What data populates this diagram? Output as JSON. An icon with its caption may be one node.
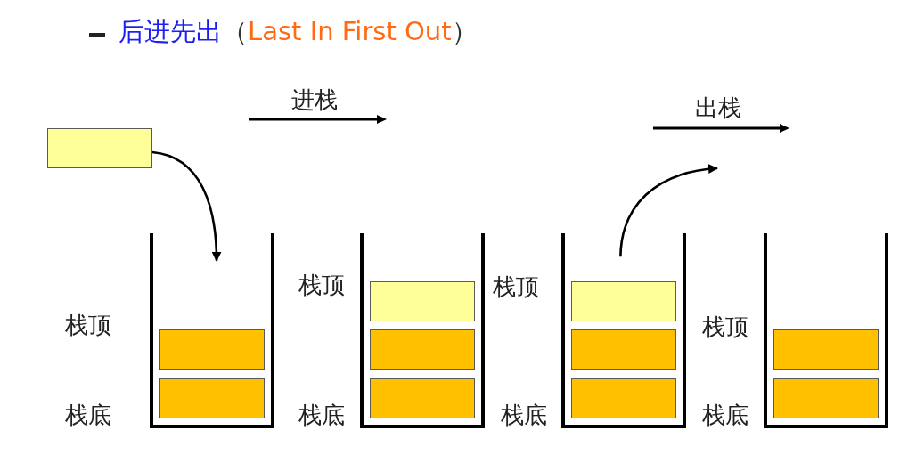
{
  "diagram": {
    "title": "后进先出（Last In First Out）",
    "nodes": [
      {
        "text": [],
        "shape": "box"
      },
      {
        "text": [],
        "shape": "container",
        "beside": [
          "栈顶",
          "栈底"
        ]
      },
      {
        "text": [],
        "shape": "box",
        "in": 1
      },
      {
        "text": [],
        "shape": "box",
        "in": 1
      },
      {
        "text": [],
        "shape": "container",
        "beside": [
          "栈顶",
          "栈底"
        ]
      },
      {
        "text": [],
        "shape": "box",
        "in": 4
      },
      {
        "text": [],
        "shape": "box",
        "in": 4
      },
      {
        "text": [],
        "shape": "box",
        "in": 4
      },
      {
        "text": [],
        "shape": "container",
        "beside": [
          "栈顶",
          "栈底"
        ]
      },
      {
        "text": [],
        "shape": "box",
        "in": 8
      },
      {
        "text": [],
        "shape": "box",
        "in": 8
      },
      {
        "text": [],
        "shape": "box",
        "in": 8
      },
      {
        "text": [],
        "shape": "container",
        "beside": [
          "栈顶",
          "栈底"
        ]
      },
      {
        "text": [],
        "shape": "box",
        "in": 12
      },
      {
        "text": [],
        "shape": "box",
        "in": 12
      }
    ],
    "edges": [
      {
        "from": 0,
        "to": 1,
        "arrow": "to"
      },
      {
        "from": 8,
        "to": null,
        "arrow": "to"
      }
    ],
    "labels": [
      "进栈",
      "出栈"
    ]
  }
}
